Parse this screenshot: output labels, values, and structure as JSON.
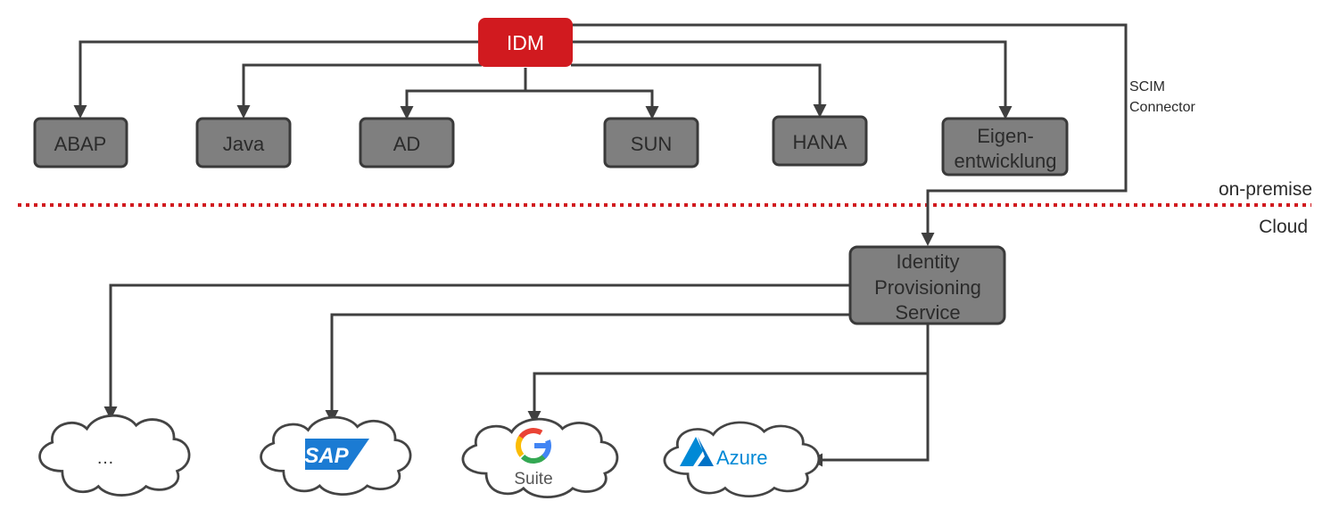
{
  "colors": {
    "idm_fill": "#d11a1f",
    "system_fill": "#7f7f7f",
    "system_stroke": "#3a3a3a",
    "connector": "#3f3f3f",
    "boundary": "#d11a1f",
    "sap_blue": "#1b7bd3",
    "azure_blue": "#0089d6"
  },
  "nodes": {
    "idm": "IDM",
    "abap": "ABAP",
    "java": "Java",
    "ad": "AD",
    "sun": "SUN",
    "hana": "HANA",
    "eigen_line1": "Eigen-",
    "eigen_line2": "entwicklung",
    "ips_line1": "Identity",
    "ips_line2": "Provisioning",
    "ips_line3": "Service"
  },
  "connector_label": {
    "line1": "SCIM",
    "line2": "Connector"
  },
  "zones": {
    "on_premise": "on-premise",
    "cloud": "Cloud"
  },
  "clouds": {
    "other": "…",
    "sap": "SAP",
    "gsuite_suite": "Suite",
    "azure": "Azure"
  },
  "icons": [
    "sap-logo-icon",
    "google-g-icon",
    "azure-logo-icon"
  ]
}
